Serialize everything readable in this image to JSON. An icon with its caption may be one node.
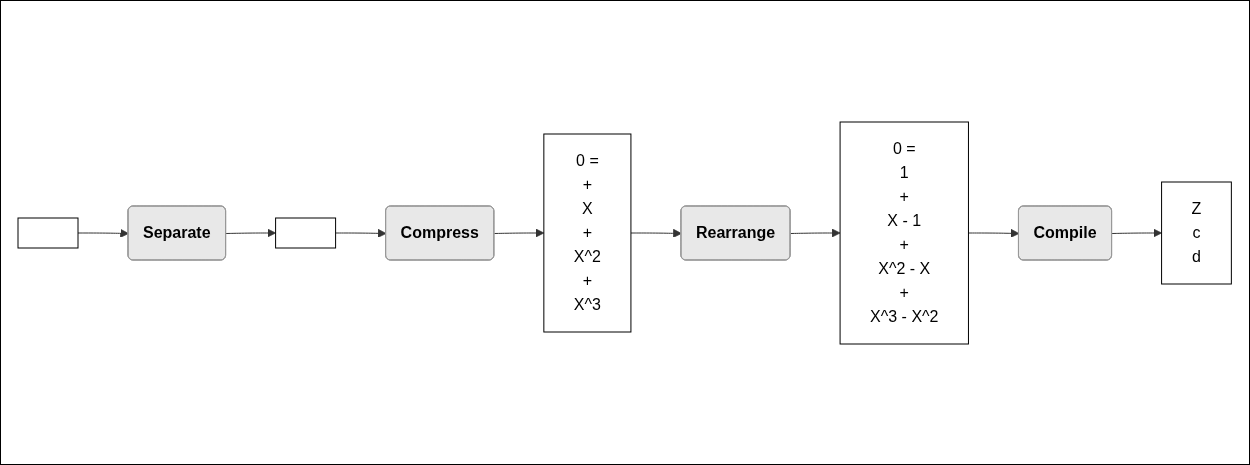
{
  "diagram": {
    "nodes": [
      {
        "text": [],
        "shape": "box"
      },
      {
        "text": [
          "Separate"
        ]
      },
      {
        "text": [],
        "shape": "box"
      },
      {
        "text": [
          "Compress"
        ]
      },
      {
        "text": [
          "0 =",
          "+",
          "X",
          "+",
          "X^2",
          "+",
          "X^3"
        ]
      },
      {
        "text": [
          "Rearrange"
        ]
      },
      {
        "text": [
          "0 =",
          "1",
          "+",
          "X - 1",
          "+",
          "X^2 - X",
          "+",
          "X^3 - X^2"
        ]
      },
      {
        "text": [
          "Compile"
        ]
      },
      {
        "text": [
          "Z",
          "c",
          "d"
        ]
      }
    ],
    "edges": [
      {
        "from": 0,
        "to": 1,
        "arrow": "to"
      },
      {
        "from": 1,
        "to": 2,
        "arrow": "to"
      },
      {
        "from": 2,
        "to": 3,
        "arrow": "to"
      },
      {
        "from": 3,
        "to": 4,
        "arrow": "to"
      },
      {
        "from": 4,
        "to": 5,
        "arrow": "to"
      },
      {
        "from": 5,
        "to": 6,
        "arrow": "to"
      },
      {
        "from": 6,
        "to": 7,
        "arrow": "to"
      },
      {
        "from": 7,
        "to": 8,
        "arrow": "to"
      }
    ]
  }
}
